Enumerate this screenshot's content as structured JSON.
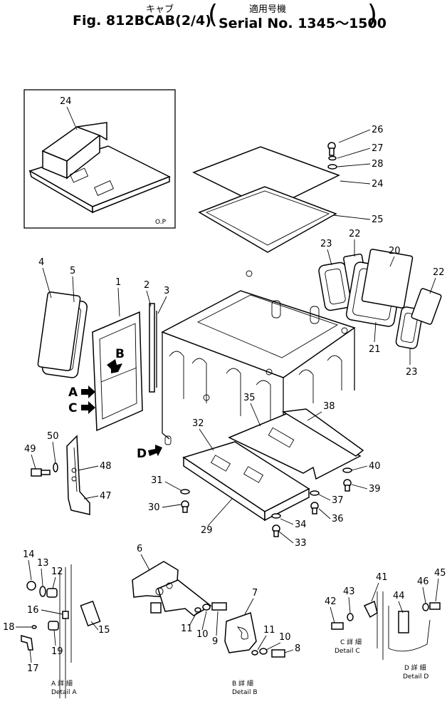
{
  "header": {
    "title_jp": "キャブ",
    "fig_label": "Fig. 812B",
    "title_en": "CAB(2/4)",
    "serial_jp": "適用号機",
    "serial_en": "Serial No. 1345～1500"
  },
  "inset": {
    "op_label": "O.P",
    "callout": "24"
  },
  "callouts": [
    "1",
    "2",
    "3",
    "4",
    "5",
    "6",
    "7",
    "8",
    "9",
    "10",
    "10",
    "11",
    "11",
    "12",
    "13",
    "14",
    "15",
    "16",
    "17",
    "18",
    "19",
    "20",
    "21",
    "22",
    "22",
    "23",
    "23",
    "24",
    "25",
    "26",
    "27",
    "28",
    "29",
    "30",
    "31",
    "32",
    "33",
    "34",
    "35",
    "36",
    "37",
    "38",
    "39",
    "40",
    "41",
    "42",
    "43",
    "44",
    "45",
    "46",
    "47",
    "48",
    "49",
    "50"
  ],
  "view_arrows": {
    "a": "A",
    "b": "B",
    "c": "C",
    "d": "D"
  },
  "details": {
    "a": {
      "jp": "A 詳 細",
      "en": "Detail A"
    },
    "b": {
      "jp": "B 詳 細",
      "en": "Detail B"
    },
    "c": {
      "jp": "C 詳 細",
      "en": "Detail C"
    },
    "d": {
      "jp": "D 詳 細",
      "en": "Detail D"
    }
  }
}
